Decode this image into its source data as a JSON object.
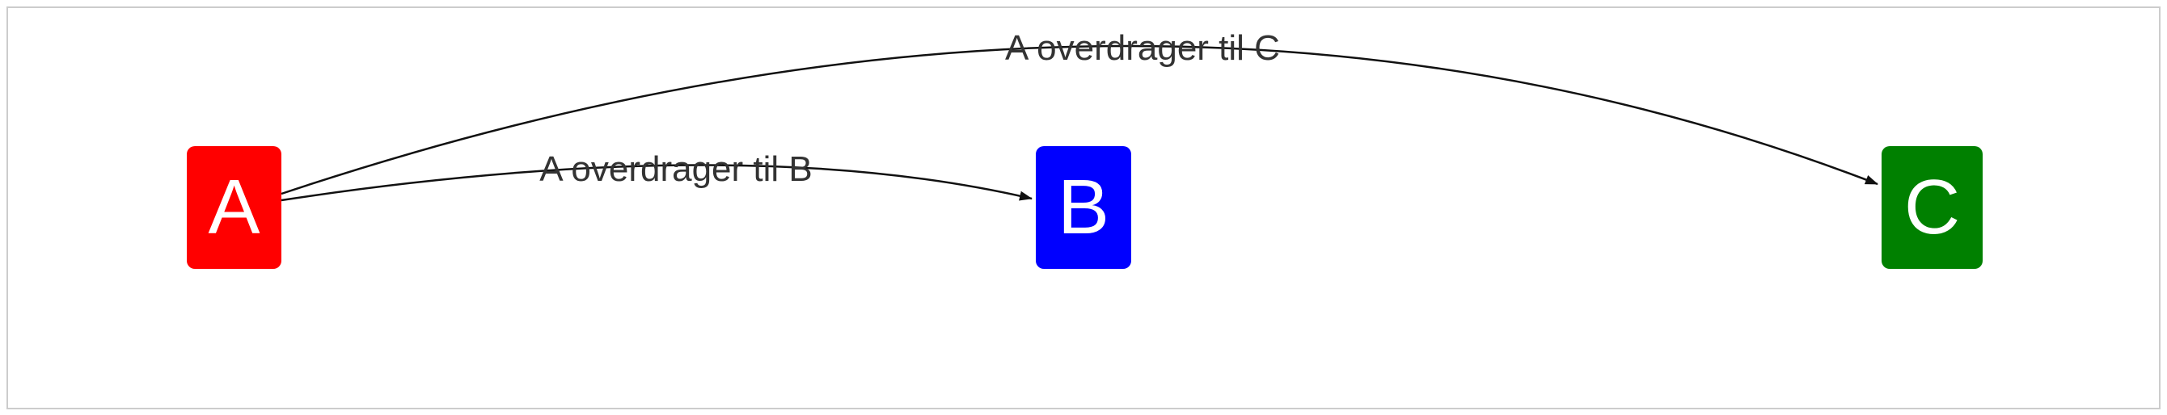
{
  "diagram": {
    "nodes": [
      {
        "id": "A",
        "label": "A",
        "color": "#ff0000"
      },
      {
        "id": "B",
        "label": "B",
        "color": "#0000ff"
      },
      {
        "id": "C",
        "label": "C",
        "color": "#008000"
      }
    ],
    "edges": [
      {
        "from": "A",
        "to": "B",
        "label": "A overdrager til B"
      },
      {
        "from": "A",
        "to": "C",
        "label": "A overdrager til C"
      }
    ],
    "edge_color": "#111111",
    "frame_color": "#cccccc"
  }
}
